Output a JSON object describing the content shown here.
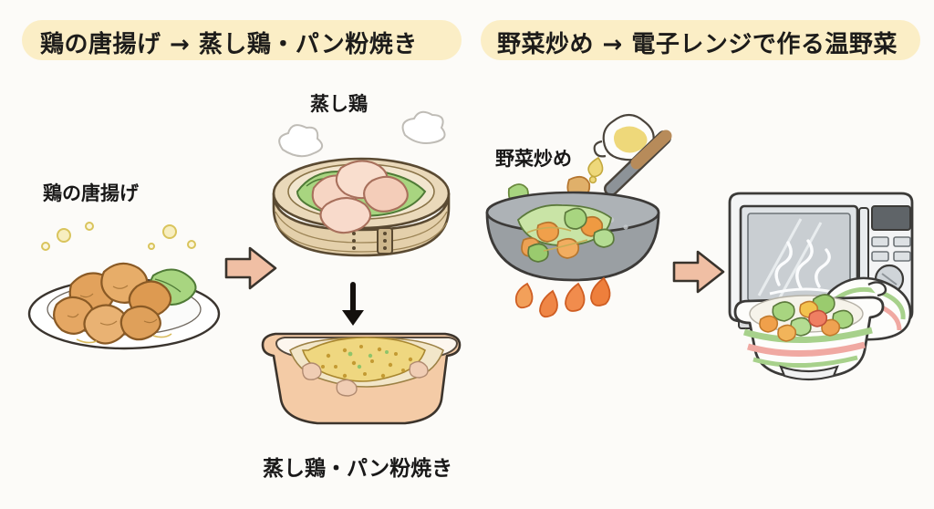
{
  "page": {
    "background_color": "#fcfbf8",
    "style": "hand-drawn watercolor illustration infographic",
    "highlight_band_color": "#fbeec6",
    "arrow_color": "#f0bfa4",
    "text_color": "#1d1c1a"
  },
  "headers": [
    {
      "id": "header-left",
      "text": "鶏の唐揚げ → 蒸し鶏・パン粉焼き"
    },
    {
      "id": "header-right",
      "text": "野菜炒め → 電子レンジで作る温野菜"
    }
  ],
  "panels": [
    {
      "id": "panel-chicken",
      "header": "鶏の唐揚げ → 蒸し鶏・パン粉焼き",
      "items": [
        {
          "id": "karaage",
          "label": "鶏の唐揚げ",
          "icon": "fried-chicken-plate-illustration"
        },
        {
          "id": "mushidori",
          "label": "蒸し鶏",
          "icon": "bamboo-steamer-illustration"
        },
        {
          "id": "pankoyaki",
          "label": "蒸し鶏・パン粉焼き",
          "icon": "gratin-dish-illustration"
        }
      ]
    },
    {
      "id": "panel-vegetable",
      "header": "野菜炒め → 電子レンジで作る温野菜",
      "items": [
        {
          "id": "yasaiitame",
          "label": "野菜炒め",
          "icon": "wok-stirfry-illustration"
        },
        {
          "id": "onyasai",
          "label": "",
          "icon": "microwave-oven-with-bowl-illustration"
        }
      ]
    }
  ],
  "arrows": [
    {
      "id": "arrow-karaage-to-steamer",
      "direction": "right",
      "color": "#f0bfa4",
      "style": "block-arrow"
    },
    {
      "id": "arrow-steamer-to-gratin",
      "direction": "down",
      "color": "#1a1a1a",
      "style": "thin-arrow"
    },
    {
      "id": "arrow-wok-to-microwave",
      "direction": "right",
      "color": "#f0bfa4",
      "style": "block-arrow"
    }
  ],
  "palette": {
    "fried_chicken": "#e2a25c",
    "lettuce_green": "#8fc46a",
    "bamboo_tan": "#e4d0ab",
    "chicken_pink": "#f4ccba",
    "gratin_crumb": "#efd780",
    "dish_peach": "#f2c6a3",
    "wok_gray": "#9a9fa3",
    "flame_orange": "#ef8646",
    "oil_yellow": "#eed87a",
    "microwave_gray": "#d6d9dc",
    "bowl_stripe_green": "#a7d18b",
    "bowl_stripe_pink": "#f0a9a2",
    "carrot_orange": "#f0a04b"
  }
}
